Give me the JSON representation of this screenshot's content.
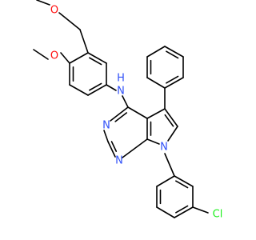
{
  "molecule": {
    "atom_labels": {
      "o_top": "O",
      "o_left": "O",
      "nh": "N",
      "nh_h": "H",
      "n_pyr_top": "N",
      "n_pyr_bottom": "N",
      "n_pyrrole": "N",
      "cl": "Cl"
    },
    "colors": {
      "bond": "#000000",
      "oxygen": "#ff0d0d",
      "nitrogen": "#3050f8",
      "chlorine": "#1ff01f"
    }
  }
}
